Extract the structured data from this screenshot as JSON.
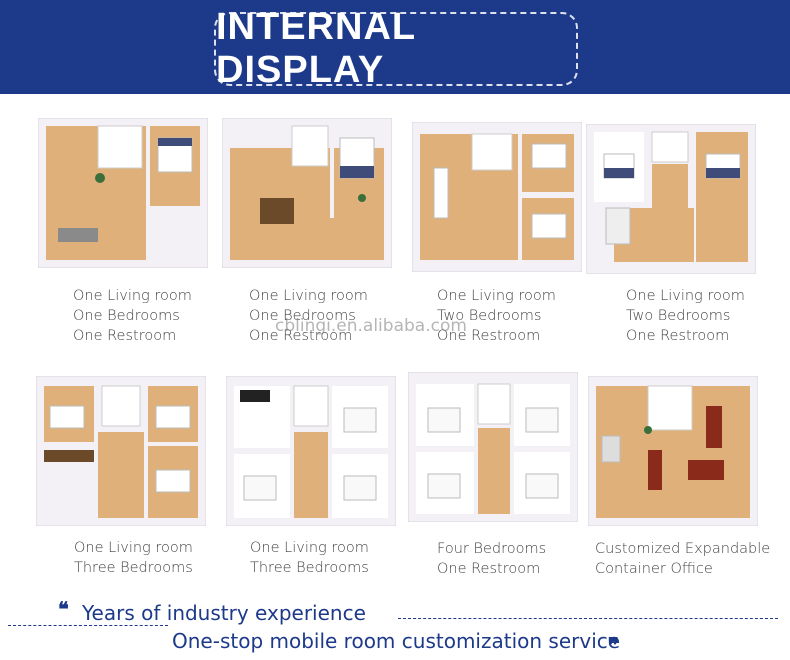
{
  "header": {
    "title": "INTERNAL DISPLAY"
  },
  "watermark": "cblingi.en.alibaba.com",
  "plans": [
    {
      "lines": [
        "One Living room",
        "One Bedrooms",
        "One Restroom"
      ]
    },
    {
      "lines": [
        "One Living room",
        "One Bedrooms",
        "One Restroom"
      ]
    },
    {
      "lines": [
        "One Living room",
        "Two Bedrooms",
        "One Restroom"
      ]
    },
    {
      "lines": [
        "One Living room",
        "Two Bedrooms",
        "One Restroom"
      ]
    },
    {
      "lines": [
        "One Living room",
        "Three Bedrooms"
      ]
    },
    {
      "lines": [
        "One Living room",
        "Three Bedrooms"
      ]
    },
    {
      "lines": [
        "Four Bedrooms",
        "One Restroom"
      ]
    },
    {
      "lines": [
        "Customized Expandable",
        "Container Office"
      ]
    }
  ],
  "footer": {
    "line1": "Years of industry experience",
    "line2": "One-stop mobile room customization service",
    "open_quote": "❝",
    "close_quote": "❞"
  },
  "colors": {
    "header": "#1d3a8a",
    "floor": "#e0b07a",
    "wall": "#f3f1f6"
  }
}
